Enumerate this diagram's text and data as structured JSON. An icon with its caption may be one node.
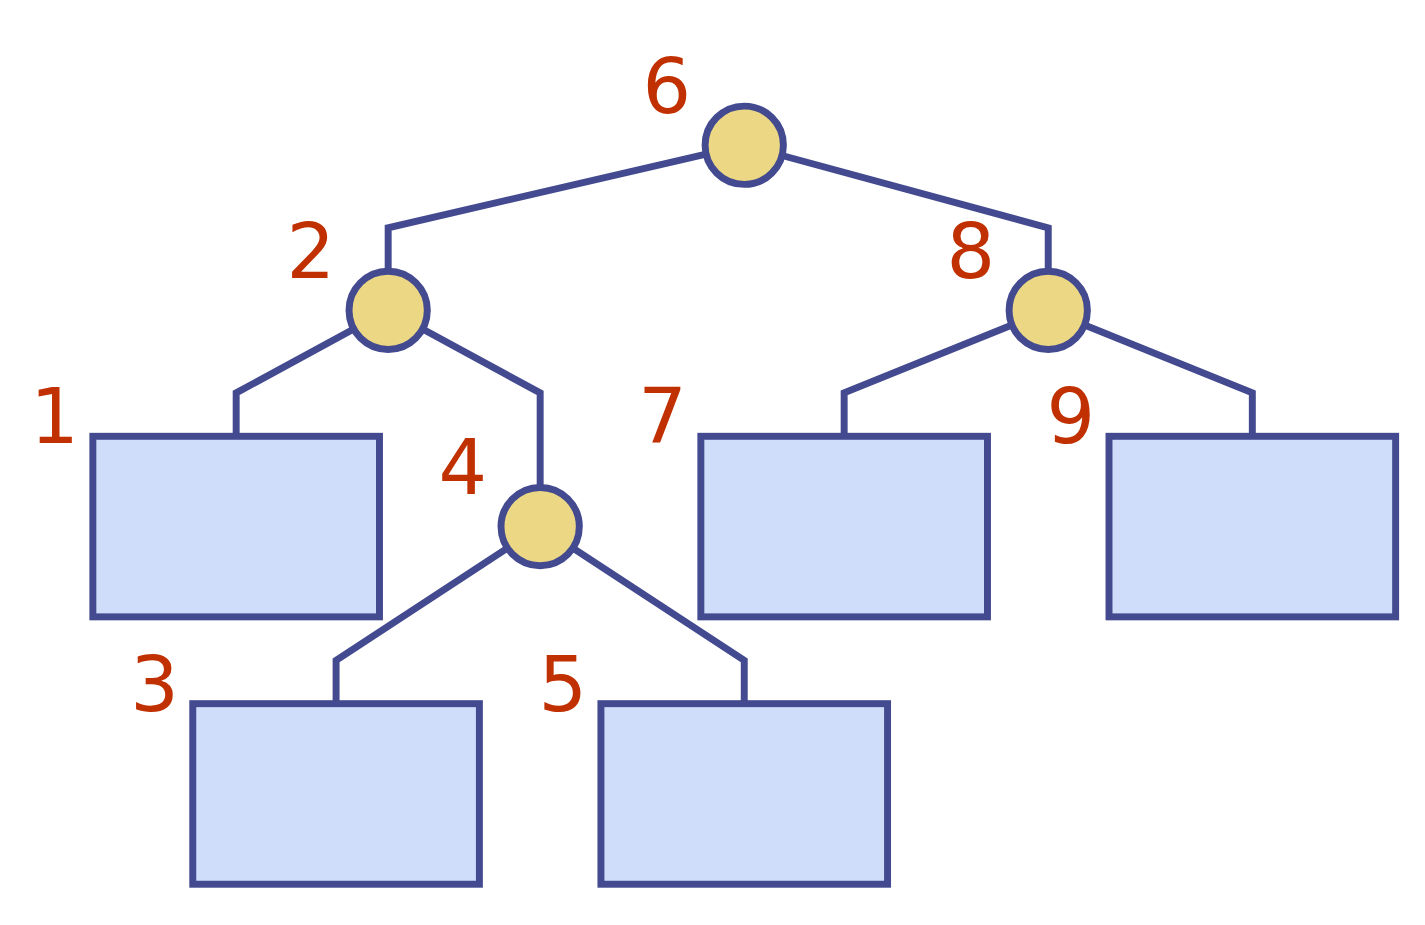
{
  "diagram": {
    "nodes": [
      {
        "text": [],
        "shape": "circle",
        "beside": [
          "6"
        ]
      },
      {
        "text": [],
        "shape": "circle",
        "beside": [
          "2"
        ]
      },
      {
        "text": [],
        "shape": "circle",
        "beside": [
          "8"
        ]
      },
      {
        "text": [],
        "shape": "box",
        "beside": [
          "1"
        ]
      },
      {
        "text": [],
        "shape": "circle",
        "beside": [
          "4"
        ]
      },
      {
        "text": [],
        "shape": "box",
        "beside": [
          "7"
        ]
      },
      {
        "text": [],
        "shape": "box",
        "beside": [
          "9"
        ]
      },
      {
        "text": [],
        "shape": "box",
        "beside": [
          "3"
        ]
      },
      {
        "text": [],
        "shape": "box",
        "beside": [
          "5"
        ]
      }
    ],
    "edges": [
      {
        "from": 0,
        "to": 1,
        "arrow": "none"
      },
      {
        "from": 0,
        "to": 2,
        "arrow": "none"
      },
      {
        "from": 1,
        "to": 3,
        "arrow": "none"
      },
      {
        "from": 1,
        "to": 4,
        "arrow": "none"
      },
      {
        "from": 2,
        "to": 5,
        "arrow": "none"
      },
      {
        "from": 2,
        "to": 6,
        "arrow": "none"
      },
      {
        "from": 4,
        "to": 7,
        "arrow": "none"
      },
      {
        "from": 4,
        "to": 8,
        "arrow": "none"
      }
    ]
  }
}
